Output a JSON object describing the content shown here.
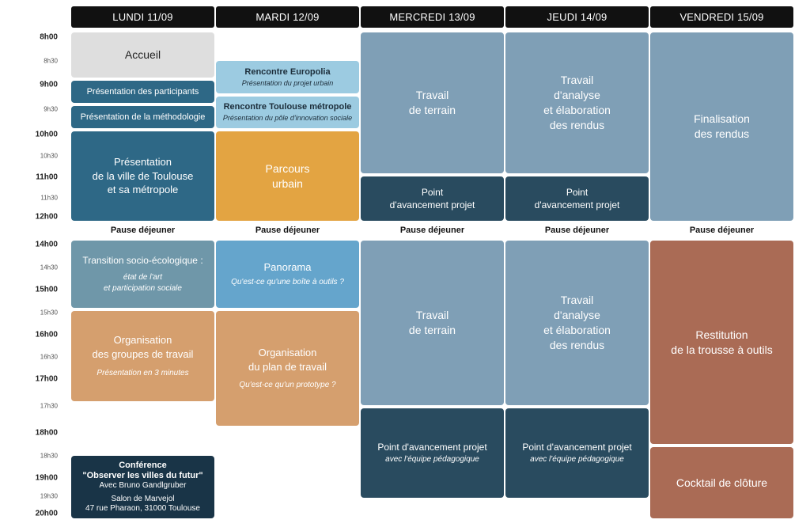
{
  "days": [
    "LUNDI 11/09",
    "MARDI 12/09",
    "MERCREDI 13/09",
    "JEUDI 14/09",
    "VENDREDI 15/09"
  ],
  "times": {
    "t0800": "8h00",
    "t0830": "8h30",
    "t0900": "9h00",
    "t0930": "9h30",
    "t1000": "10h00",
    "t1030": "10h30",
    "t1100": "11h00",
    "t1130": "11h30",
    "t1200": "12h00",
    "t1400": "14h00",
    "t1430": "14h30",
    "t1500": "15h00",
    "t1530": "15h30",
    "t1600": "16h00",
    "t1630": "16h30",
    "t1700": "17h00",
    "t1730": "17h30",
    "t1800": "18h00",
    "t1830": "18h30",
    "t1900": "19h00",
    "t1930": "19h30",
    "t2000": "20h00"
  },
  "lunch_label": "Pause déjeuner",
  "monday": {
    "accueil": "Accueil",
    "participants": "Présentation des participants",
    "methodologie": "Présentation de la méthodologie",
    "ville": [
      "Présentation",
      "de la ville de Toulouse",
      "et sa métropole"
    ],
    "transition": {
      "title": "Transition socio-écologique :",
      "sub": [
        "état de l'art",
        "et participation sociale"
      ]
    },
    "organisation": {
      "title": [
        "Organisation",
        "des groupes de travail"
      ],
      "sub": "Présentation en 3 minutes"
    },
    "conference": {
      "title": [
        "Conférence",
        "\"Observer les villes du futur\""
      ],
      "speaker": "Avec Bruno Gandlgruber",
      "place": [
        "Salon de Marvejol",
        "47 rue Pharaon, 31000 Toulouse"
      ]
    }
  },
  "tuesday": {
    "europolia": {
      "title": "Rencontre Europolia",
      "sub": "Présentation du projet urbain"
    },
    "toulouse_metropole": {
      "title": "Rencontre Toulouse métropole",
      "sub": "Présentation du pôle d'innovation sociale"
    },
    "parcours": [
      "Parcours",
      "urbain"
    ],
    "panorama": {
      "title": "Panorama",
      "sub": "Qu'est-ce qu'une boîte à outils ?"
    },
    "organisation_plan": {
      "title": [
        "Organisation",
        "du plan de travail"
      ],
      "sub": "Qu'est-ce qu'un prototype ?"
    }
  },
  "wednesday": {
    "terrain_am": [
      "Travail",
      "de terrain"
    ],
    "point_am": [
      "Point",
      "d'avancement projet"
    ],
    "terrain_pm": [
      "Travail",
      "de terrain"
    ],
    "point_pm": {
      "title": "Point d'avancement projet",
      "sub": "avec l'équipe pédagogique"
    }
  },
  "thursday": {
    "analyse_am": [
      "Travail",
      "d'analyse",
      "et élaboration",
      "des rendus"
    ],
    "point_am": [
      "Point",
      "d'avancement projet"
    ],
    "analyse_pm": [
      "Travail",
      "d'analyse",
      "et élaboration",
      "des rendus"
    ],
    "point_pm": {
      "title": "Point d'avancement projet",
      "sub": "avec l'équipe pédagogique"
    }
  },
  "friday": {
    "finalisation": [
      "Finalisation",
      "des rendus"
    ],
    "restitution": [
      "Restitution",
      "de la trousse à outils"
    ],
    "cocktail": "Cocktail de clôture"
  },
  "colors": {
    "header": "#111111",
    "grey": "#dedede",
    "teal": "#2e6886",
    "light_blue": "#9ccbe1",
    "orange": "#e3a442",
    "steel": "#7f9fb6",
    "dark_slate": "#294b5f",
    "sage": "#6f97a9",
    "tan": "#d59f6e",
    "mid_blue": "#65a5cc",
    "rust": "#aa6b55",
    "navy": "#193447"
  }
}
